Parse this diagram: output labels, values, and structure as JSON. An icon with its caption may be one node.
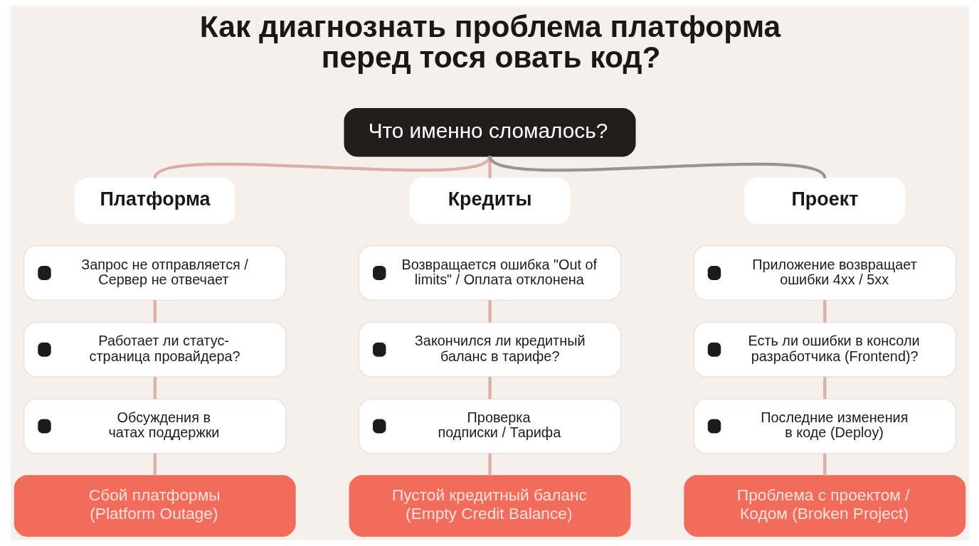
{
  "diagram": {
    "title": "Как диагнознать проблема платформа перед тося овать код?",
    "nodes": [
      {
        "text": [
          "Что именно сломалось?"
        ]
      },
      {
        "text": [
          "Платформа"
        ]
      },
      {
        "text": [
          "Запрос не отправляется / Сервер не отвечает"
        ]
      },
      {
        "text": [
          "Работает ли статус-страница провайдера?"
        ]
      },
      {
        "text": [
          "Обсуждения в чатах поддержки"
        ]
      },
      {
        "text": [
          "Сбой платформы (Platform Outage)"
        ]
      },
      {
        "text": [
          "Кредиты"
        ]
      },
      {
        "text": [
          "Возвращается ошибка \"Out of limits\" / Оплата отклонена"
        ]
      },
      {
        "text": [
          "Закончился ли кредитный баланс в тарифе?"
        ]
      },
      {
        "text": [
          "Проверка подписки / Тарифа"
        ]
      },
      {
        "text": [
          "Пустой кредитный баланс (Empty Credit Balance)"
        ]
      },
      {
        "text": [
          "Проект"
        ]
      },
      {
        "text": [
          "Приложение возвращает ошибки 4xx / 5xx"
        ]
      },
      {
        "text": [
          "Есть ли ошибки в консоли разработчика (Frontend)?"
        ]
      },
      {
        "text": [
          "Последние изменения в коде (Deploy)"
        ]
      },
      {
        "text": [
          "Проблема с проектом / Кодом (Broken Project)"
        ]
      }
    ],
    "edges": [
      {
        "from": 0,
        "to": 1,
        "arrow": "none"
      },
      {
        "from": 0,
        "to": 6,
        "arrow": "none"
      },
      {
        "from": 0,
        "to": 11,
        "arrow": "none",
        "color": "#9c9391"
      },
      {
        "from": 2,
        "to": 3,
        "arrow": "none"
      },
      {
        "from": 3,
        "to": 4,
        "arrow": "none"
      },
      {
        "from": 4,
        "to": 5,
        "arrow": "none"
      },
      {
        "from": 7,
        "to": 8,
        "arrow": "none"
      },
      {
        "from": 8,
        "to": 9,
        "arrow": "none"
      },
      {
        "from": 9,
        "to": 10,
        "arrow": "none"
      },
      {
        "from": 12,
        "to": 13,
        "arrow": "none"
      },
      {
        "from": 13,
        "to": 14,
        "arrow": "none"
      },
      {
        "from": 14,
        "to": 15,
        "arrow": "none"
      }
    ]
  }
}
